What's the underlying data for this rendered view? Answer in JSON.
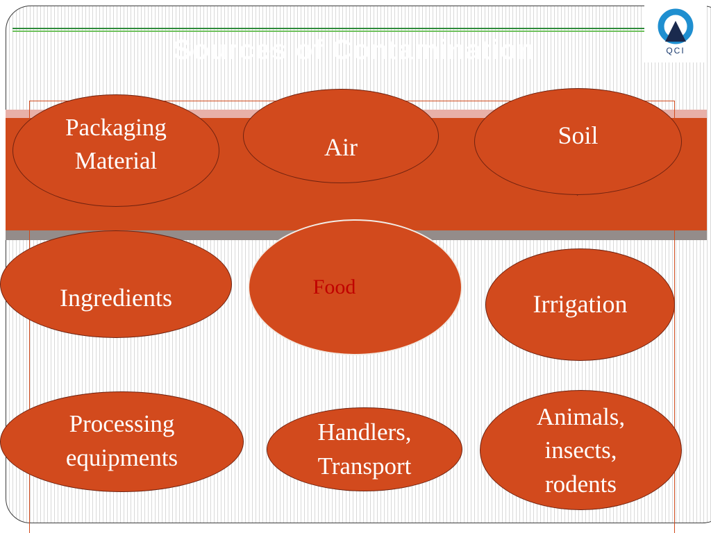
{
  "title": "Sources of Contamination",
  "logo": {
    "text": "QCI",
    "icon": "qci-logo-icon"
  },
  "colors": {
    "accent": "#d24a1d",
    "band_pink": "#e8b0a8",
    "band_grey": "#948c8a",
    "line_green": "#2e8b3a",
    "center_text": "#c00000",
    "node_text": "#ffffff"
  },
  "nodes": {
    "packaging": "Packaging\nMaterial",
    "air": "Air",
    "soil": "Soil",
    "ingredients": "Ingredients",
    "food": "Food",
    "irrigation": "Irrigation",
    "processing": "Processing\nequipments",
    "handlers": "Handlers,\nTransport",
    "animals": "Animals,\ninsects,\nrodents"
  }
}
